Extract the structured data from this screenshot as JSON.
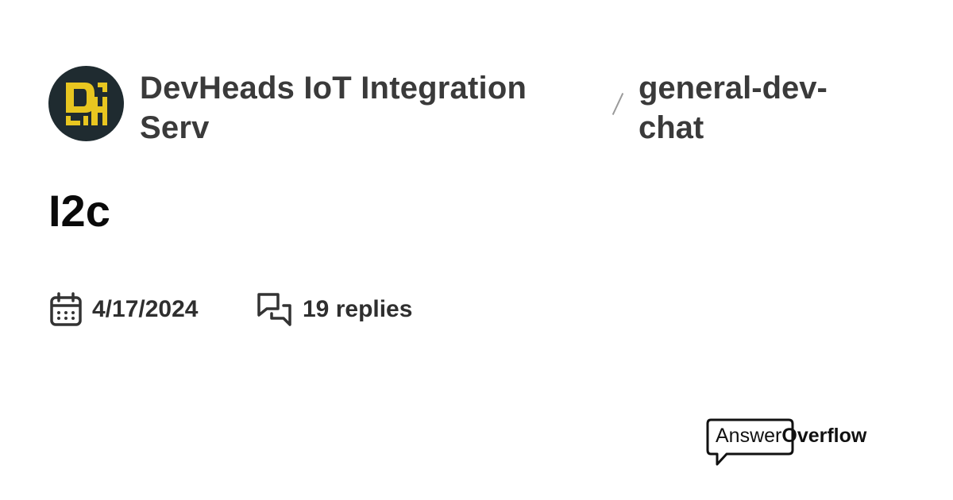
{
  "server": {
    "name": "DevHeads IoT Integration Serv",
    "avatar_initials": "DH",
    "avatar_bg": "#1f2b30",
    "avatar_fg": "#e8c620"
  },
  "channel": {
    "name": "general-dev-chat"
  },
  "thread": {
    "title": "I2c"
  },
  "meta": {
    "date_icon": "calendar-icon",
    "date": "4/17/2024",
    "replies_icon": "chat-bubbles-icon",
    "replies": "19 replies"
  },
  "brand": {
    "logo_icon": "speech-bubble-logo-icon",
    "part1": "Answer",
    "part2": "Overflow"
  }
}
